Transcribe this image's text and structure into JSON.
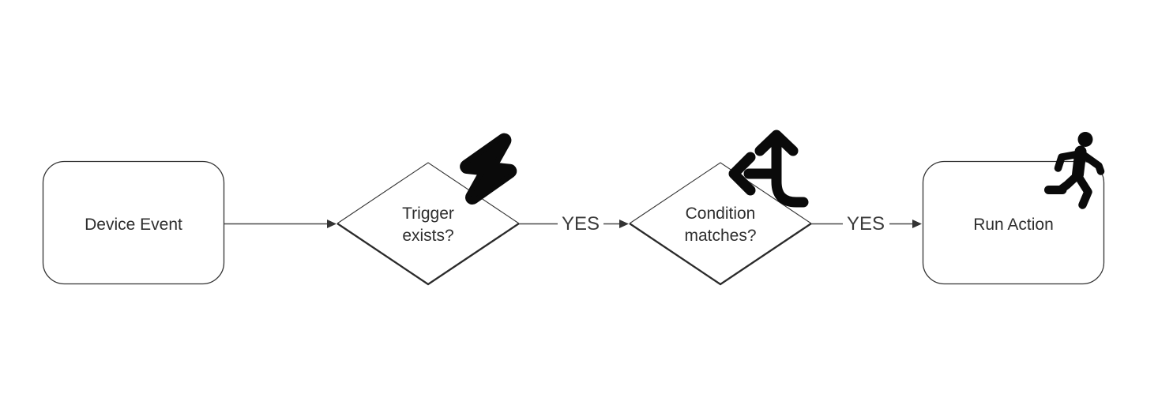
{
  "flowchart": {
    "background_color": "#ffffff",
    "node_stroke_color": "#333333",
    "edge_color": "#4a4a4a",
    "text_color": "#2e2e2e",
    "icon_color": "#0a0a0a",
    "nodes": [
      {
        "id": "device-event",
        "shape": "rounded-rectangle",
        "label": "Device Event"
      },
      {
        "id": "trigger-exists",
        "shape": "diamond",
        "label_lines": [
          "Trigger",
          "exists?"
        ],
        "icon": "bolt-icon"
      },
      {
        "id": "condition-matches",
        "shape": "diamond",
        "label_lines": [
          "Condition",
          "matches?"
        ],
        "icon": "split-arrows-icon"
      },
      {
        "id": "run-action",
        "shape": "rounded-rectangle",
        "label": "Run Action",
        "icon": "person-running-icon"
      }
    ],
    "edges": [
      {
        "from": "device-event",
        "to": "trigger-exists",
        "label": ""
      },
      {
        "from": "trigger-exists",
        "to": "condition-matches",
        "label": "YES"
      },
      {
        "from": "condition-matches",
        "to": "run-action",
        "label": "YES"
      }
    ]
  }
}
